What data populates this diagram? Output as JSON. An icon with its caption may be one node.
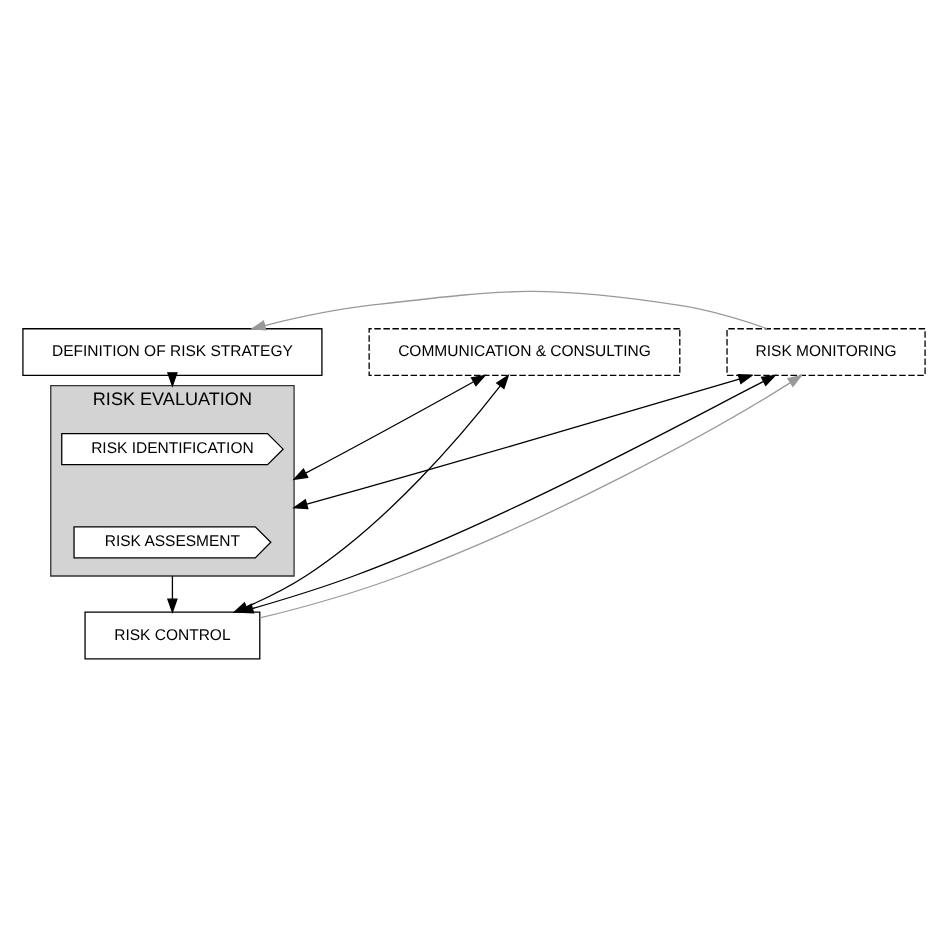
{
  "diagram": {
    "nodes": [
      {
        "text": [
          "DEFINITION OF RISK STRATEGY"
        ]
      },
      {
        "text": [
          "RISK EVALUATION"
        ]
      },
      {
        "text": [
          "RISK IDENTIFICATION"
        ],
        "in": 1
      },
      {
        "text": [
          "RISK ASSESMENT"
        ],
        "in": 1
      },
      {
        "text": [
          "COMMUNICATION & CONSULTING"
        ]
      },
      {
        "text": [
          "RISK MONITORING"
        ]
      },
      {
        "text": [
          "RISK CONTROL"
        ]
      }
    ],
    "edges": [
      {
        "from": 0,
        "to": 1,
        "arrow": "to"
      },
      {
        "from": 1,
        "to": 6,
        "arrow": "to"
      },
      {
        "from": 4,
        "to": 1,
        "arrow": "both"
      },
      {
        "from": 4,
        "to": 6,
        "arrow": "both"
      },
      {
        "from": 1,
        "to": 5,
        "arrow": "both"
      },
      {
        "from": 6,
        "to": 5,
        "arrow": "both"
      },
      {
        "from": 6,
        "to": 5,
        "arrow": "to",
        "color": "#999999"
      },
      {
        "from": 5,
        "to": 0,
        "arrow": "to",
        "color": "#999999"
      }
    ]
  }
}
